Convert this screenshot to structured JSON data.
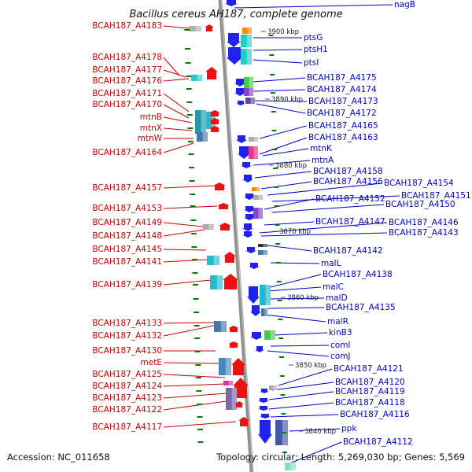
{
  "title": "Bacillus cereus AH187, complete genome",
  "footer": {
    "accession": "Accession: NC_011658",
    "summary": "Topology: circular; Length: 5,269,030 bp; Genes: 5,569"
  },
  "colors": {
    "left_labels": "#cc0000",
    "right_labels": "#0000cc",
    "backbone": "#909090",
    "tick_marks": "#008000"
  },
  "ticks": [
    "3900 kbp",
    "3890 kbp",
    "3880 kbp",
    "3870 kbp",
    "3860 kbp",
    "3850 kbp",
    "3840 kbp"
  ],
  "left_labels": [
    "BCAH187_A4183",
    "BCAH187_A4178",
    "BCAH187_A4177",
    "BCAH187_A4176",
    "BCAH187_A4171",
    "BCAH187_A4170",
    "mtnB",
    "mtnX",
    "mtnW",
    "BCAH187_A4164",
    "BCAH187_A4157",
    "BCAH187_A4153",
    "BCAH187_A4149",
    "BCAH187_A4148",
    "BCAH187_A4145",
    "BCAH187_A4141",
    "BCAH187_A4139",
    "BCAH187_A4133",
    "BCAH187_A4132",
    "BCAH187_A4130",
    "metE",
    "BCAH187_A4125",
    "BCAH187_A4124",
    "BCAH187_A4123",
    "BCAH187_A4122",
    "BCAH187_A4117"
  ],
  "right_labels": [
    "nagB",
    "ptsG",
    "ptsH1",
    "ptsI",
    "BCAH187_A4175",
    "BCAH187_A4174",
    "BCAH187_A4173",
    "BCAH187_A4172",
    "BCAH187_A4165",
    "BCAH187_A4163",
    "mtnK",
    "mtnA",
    "BCAH187_A4158",
    "BCAH187_A4156",
    "BCAH187_A4154",
    "BCAH187_A4151",
    "BCAH187_A4152",
    "BCAH187_A4150",
    "BCAH187_A4147",
    "BCAH187_A4146",
    "BCAH187_A4143",
    "BCAH187_A4142",
    "malL",
    "BCAH187_A4138",
    "malC",
    "malD",
    "BCAH187_A4135",
    "malR",
    "kinB3",
    "comI",
    "comJ",
    "BCAH187_A4121",
    "BCAH187_A4120",
    "BCAH187_A4119",
    "BCAH187_A4118",
    "BCAH187_A4116",
    "ppk",
    "BCAH187_A4112"
  ]
}
